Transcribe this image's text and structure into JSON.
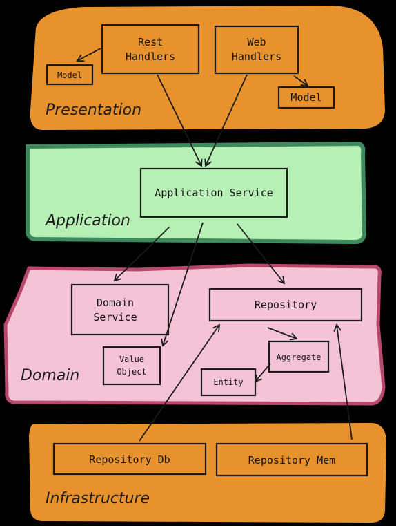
{
  "layers": {
    "presentation": {
      "label": "Presentation",
      "color": "#e8922e"
    },
    "application": {
      "label": "Application",
      "color": "#b6f0b4",
      "border": "#3e8a5e"
    },
    "domain": {
      "label": "Domain",
      "color": "#f5c3d6",
      "border": "#b8486c"
    },
    "infrastructure": {
      "label": "Infrastructure",
      "color": "#e8922e"
    }
  },
  "boxes": {
    "rest_handlers": [
      "Rest",
      "Handlers"
    ],
    "web_handlers": [
      "Web",
      "Handlers"
    ],
    "model_left": "Model",
    "model_right": "Model",
    "application_service": "Application Service",
    "domain_service": [
      "Domain",
      "Service"
    ],
    "value_object": [
      "Value",
      "Object"
    ],
    "repository": "Repository",
    "aggregate": "Aggregate",
    "entity": "Entity",
    "repository_db": "Repository Db",
    "repository_mem": "Repository Mem"
  }
}
